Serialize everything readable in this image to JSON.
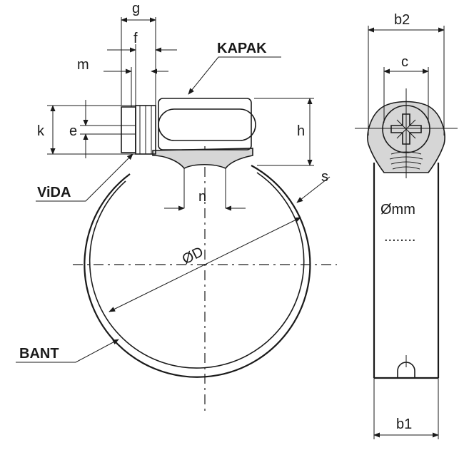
{
  "labels": {
    "g": "g",
    "f": "f",
    "m": "m",
    "k": "k",
    "e": "e",
    "h": "h",
    "n": "n",
    "s": "s",
    "diameter": "ØD",
    "cover": "KAPAK",
    "screw": "ViDA",
    "band": "BANT",
    "b2": "b2",
    "c": "c",
    "b1": "b1",
    "mm": "Ømm",
    "dots": "........"
  }
}
